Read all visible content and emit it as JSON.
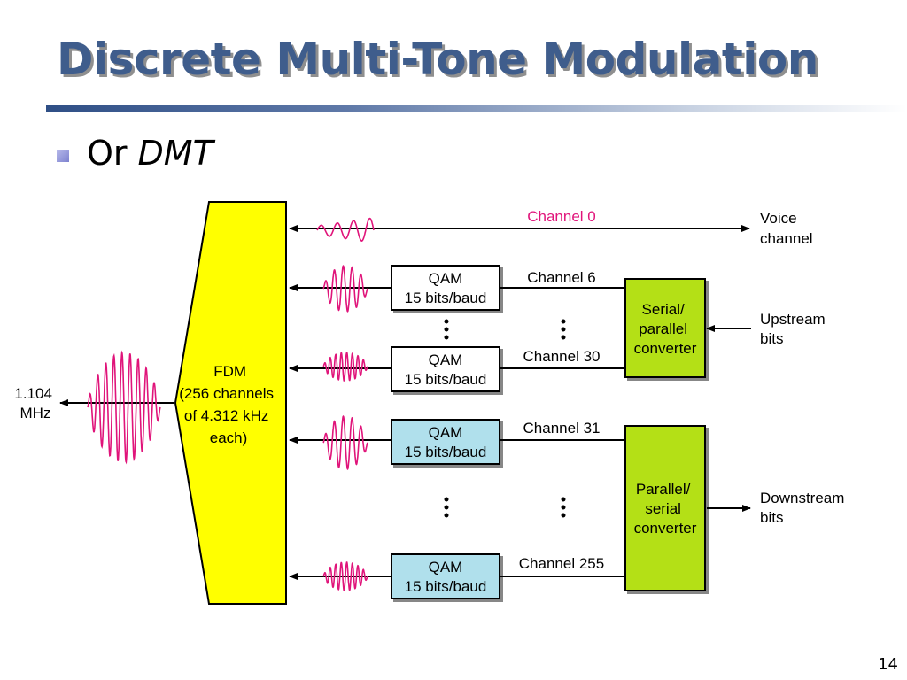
{
  "slide": {
    "title": "Discrete Multi-Tone Modulation",
    "bullet": {
      "plain": "Or",
      "emphasis": "DMT"
    },
    "page_number": "14"
  },
  "diagram": {
    "fdm_block": {
      "lines": [
        "FDM",
        "(256 channels",
        "of 4.312 kHz",
        "each)"
      ],
      "color": "#ffff00"
    },
    "output_label": [
      "1.104",
      "MHz"
    ],
    "qam_modules": [
      {
        "lines": [
          "QAM",
          "15 bits/baud"
        ],
        "color": "#ffffff",
        "channel": "Channel 6"
      },
      {
        "lines": [
          "QAM",
          "15 bits/baud"
        ],
        "color": "#ffffff",
        "channel": "Channel 30"
      },
      {
        "lines": [
          "QAM",
          "15 bits/baud"
        ],
        "color": "#b0e0ec",
        "channel": "Channel 31"
      },
      {
        "lines": [
          "QAM",
          "15 bits/baud"
        ],
        "color": "#b0e0ec",
        "channel": "Channel 255"
      }
    ],
    "channel0": {
      "label": "Channel 0",
      "color": "#e0147a"
    },
    "voice_label": [
      "Voice",
      "channel"
    ],
    "sp_converter": {
      "lines": [
        "Serial/",
        "parallel",
        "converter"
      ],
      "color": "#b4e018"
    },
    "ps_converter": {
      "lines": [
        "Parallel/",
        "serial",
        "converter"
      ],
      "color": "#b4e018"
    },
    "upstream_label": [
      "Upstream",
      "bits"
    ],
    "downstream_label": [
      "Downstream",
      "bits"
    ],
    "wave_color": "#e0147a"
  }
}
